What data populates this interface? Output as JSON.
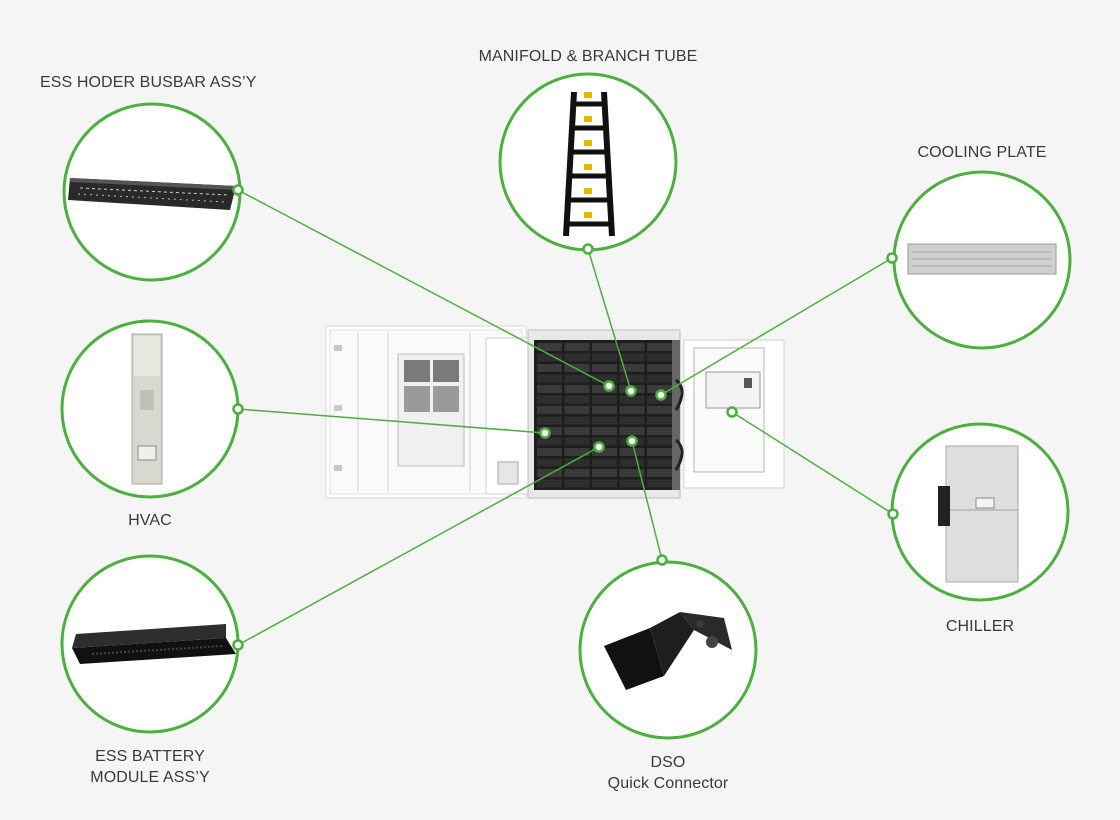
{
  "title": "",
  "components": {
    "busbar": {
      "label": "ESS HODER BUSBAR ASS’Y"
    },
    "manifold": {
      "label": "MANIFOLD & BRANCH TUBE"
    },
    "cooling_plate": {
      "label": "COOLING PLATE"
    },
    "hvac": {
      "label": "HVAC"
    },
    "chiller": {
      "label": "CHILLER"
    },
    "battery": {
      "line1": "ESS BATTERY",
      "line2": "MODULE ASS’Y"
    },
    "dso": {
      "line1": "DSO",
      "line2": "Quick Connector"
    }
  },
  "colors": {
    "accent": "#4caf3f",
    "background": "#f5f5f5",
    "container_body": "#ffffff",
    "battery_rack": "#1e1e1e"
  },
  "icons": {
    "busbar": "busbar-assembly-image",
    "manifold": "manifold-tube-image",
    "cooling_plate": "cooling-plate-image",
    "hvac": "hvac-unit-image",
    "chiller": "chiller-unit-image",
    "battery": "battery-module-image",
    "dso": "dso-connector-image",
    "container": "ess-container-image"
  }
}
